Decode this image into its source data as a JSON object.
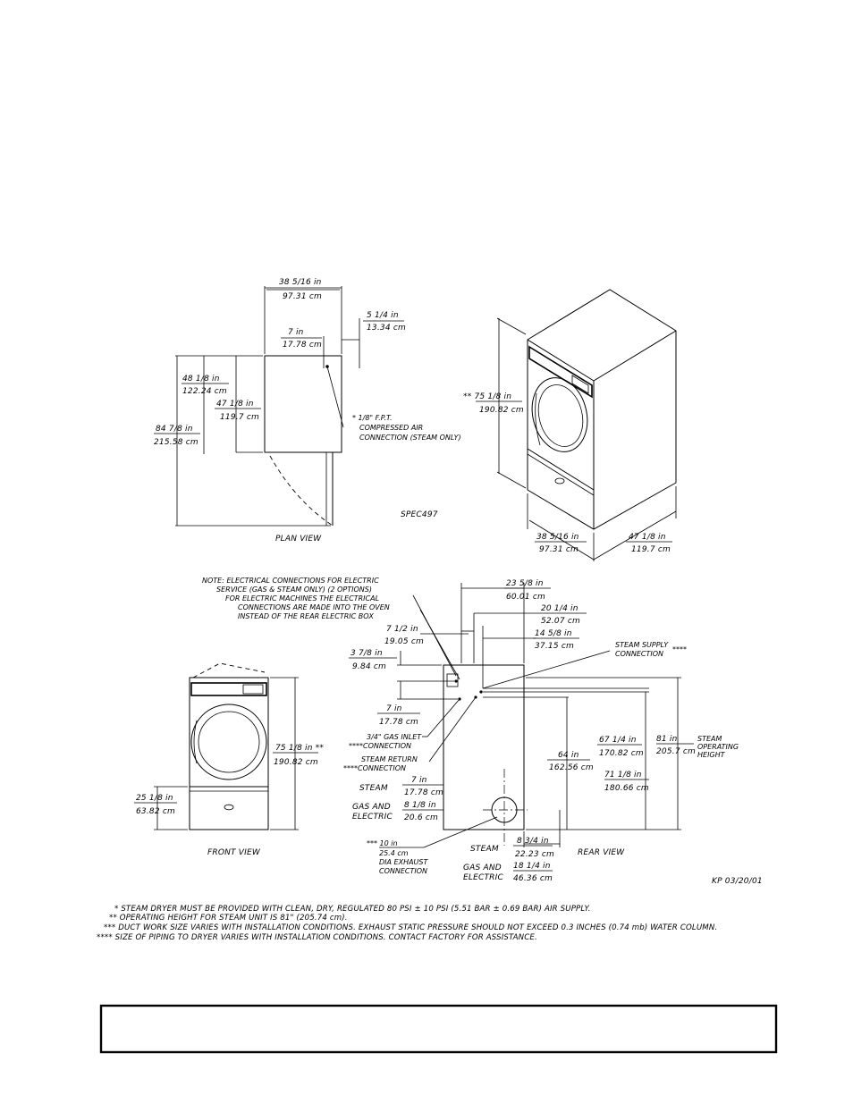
{
  "plan_view": {
    "top_width_in": "38 5/16 in",
    "top_width_cm": "97.31 cm",
    "offset_in": "5 1/4 in",
    "offset_cm": "13.34 cm",
    "air_in": "7 in",
    "air_cm": "17.78 cm",
    "depth_in": "48 1/8 in",
    "depth_cm": "122.24 cm",
    "inner_depth_in": "47 1/8 in",
    "inner_depth_cm": "119.7 cm",
    "total_depth_in": "84 7/8 in",
    "total_depth_cm": "215.58 cm",
    "air_note": [
      "* 1/8\" F.P.T.",
      "COMPRESSED AIR",
      "CONNECTION (STEAM ONLY)"
    ],
    "spec_code": "SPEC497",
    "label": "PLAN VIEW"
  },
  "iso_view": {
    "height_in": "** 75 1/8 in",
    "height_cm": "190.82 cm",
    "width_in": "38 5/16 in",
    "width_cm": "97.31 cm",
    "depth_in": "47 1/8 in",
    "depth_cm": "119.7 cm"
  },
  "front_view": {
    "height_in": "75 1/8 in **",
    "height_cm": "190.82 cm",
    "base_in": "25 1/8 in",
    "base_cm": "63.82 cm",
    "label": "FRONT VIEW"
  },
  "rear_view": {
    "note": [
      "NOTE: ELECTRICAL CONNECTIONS FOR ELECTRIC",
      "SERVICE (GAS & STEAM ONLY) (2 OPTIONS)",
      "FOR ELECTRIC MACHINES THE ELECTRICAL",
      "CONNECTIONS ARE MADE INTO THE OVEN",
      "INSTEAD OF THE REAR ELECTRIC BOX"
    ],
    "d1_in": "23 5/8 in",
    "d1_cm": "60.01 cm",
    "d2_in": "20 1/4 in",
    "d2_cm": "52.07 cm",
    "d3_in": "7 1/2 in",
    "d3_cm": "19.05 cm",
    "d4_in": "14 5/8 in",
    "d4_cm": "37.15 cm",
    "d5_in": "3 7/8 in",
    "d5_cm": "9.84 cm",
    "d6_in": "7 in",
    "d6_cm": "17.78 cm",
    "steam_supply": [
      "STEAM SUPPLY",
      "CONNECTION"
    ],
    "steam_supply_mark": "****",
    "gas_inlet": [
      "3/4\" GAS INLET",
      "****CONNECTION"
    ],
    "steam_return": [
      "STEAM RETURN",
      "****CONNECTION"
    ],
    "h64_in": "64 in",
    "h64_cm": "162.56 cm",
    "h67_in": "67 1/4 in",
    "h67_cm": "170.82 cm",
    "h81_in": "81 in",
    "h81_cm": "205.7 cm",
    "steam_height": [
      "STEAM",
      "OPERATING",
      "HEIGHT"
    ],
    "h71_in": "71 1/8 in",
    "h71_cm": "180.66 cm",
    "steam_label": "STEAM",
    "steam_exh_in": "7 in",
    "steam_exh_cm": "17.78 cm",
    "gas_label": [
      "GAS AND",
      "ELECTRIC"
    ],
    "gas_exh_in": "8 1/8 in",
    "gas_exh_cm": "20.6 cm",
    "exhaust_in": "*** 10 in",
    "exhaust_cm": "25.4 cm",
    "exhaust_note": [
      "DIA EXHAUST",
      "CONNECTION"
    ],
    "steam_side_label": "STEAM",
    "steam_side_in": "8 3/4 in",
    "steam_side_cm": "22.23 cm",
    "gas_side_label": [
      "GAS AND",
      "ELECTRIC"
    ],
    "gas_side_in": "18 1/4 in",
    "gas_side_cm": "46.36 cm",
    "label": "REAR VIEW",
    "revision": "KP 03/20/01"
  },
  "footnotes": [
    "* STEAM DRYER MUST BE PROVIDED WITH CLEAN, DRY, REGULATED 80 PSI ± 10 PSI (5.51 BAR ± 0.69 BAR) AIR SUPPLY.",
    "** OPERATING HEIGHT FOR STEAM UNIT IS 81\" (205.74 cm).",
    "*** DUCT WORK SIZE VARIES WITH INSTALLATION CONDITIONS. EXHAUST STATIC PRESSURE SHOULD NOT EXCEED 0.3 INCHES (0.74 mb) WATER COLUMN.",
    "**** SIZE OF PIPING TO DRYER VARIES WITH INSTALLATION CONDITIONS. CONTACT FACTORY FOR ASSISTANCE."
  ]
}
